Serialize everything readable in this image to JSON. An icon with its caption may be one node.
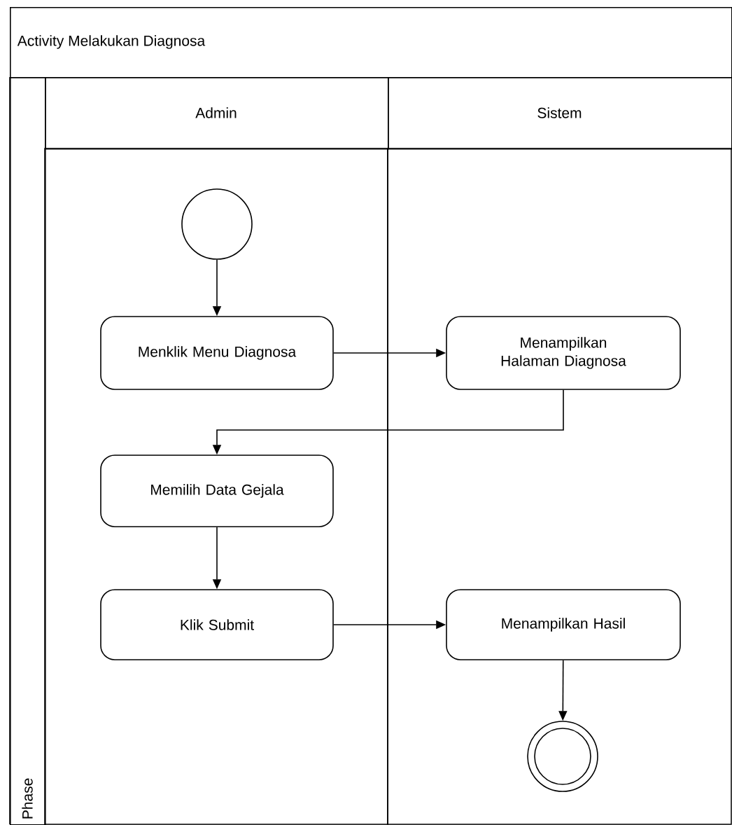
{
  "diagram": {
    "nodes": [
      {
        "text": [
          "Activity Melakukan Diagnosa"
        ]
      },
      {
        "text": [
          "Phase"
        ],
        "in": 0
      },
      {
        "text": [
          "Admin"
        ],
        "in": 0
      },
      {
        "text": [
          "Sistem"
        ],
        "in": 0
      },
      {
        "text": [],
        "shape": "circle",
        "in": 2
      },
      {
        "text": [
          "Menklik Menu Diagnosa"
        ],
        "in": 2
      },
      {
        "text": [
          "Menampilkan Halaman Diagnosa"
        ],
        "in": 3
      },
      {
        "text": [
          "Memilih Data Gejala"
        ],
        "in": 2
      },
      {
        "text": [
          "Klik Submit"
        ],
        "in": 2
      },
      {
        "text": [
          "Menampilkan Hasil"
        ],
        "in": 3
      },
      {
        "text": [],
        "shape": "circle",
        "in": 3
      }
    ],
    "edges": [
      {
        "from": 4,
        "to": 5,
        "arrow": "to"
      },
      {
        "from": 5,
        "to": 6,
        "arrow": "to"
      },
      {
        "from": 6,
        "to": 7,
        "arrow": "to"
      },
      {
        "from": 7,
        "to": 8,
        "arrow": "to"
      },
      {
        "from": 8,
        "to": 9,
        "arrow": "to"
      },
      {
        "from": 9,
        "to": 10,
        "arrow": "to"
      }
    ]
  }
}
